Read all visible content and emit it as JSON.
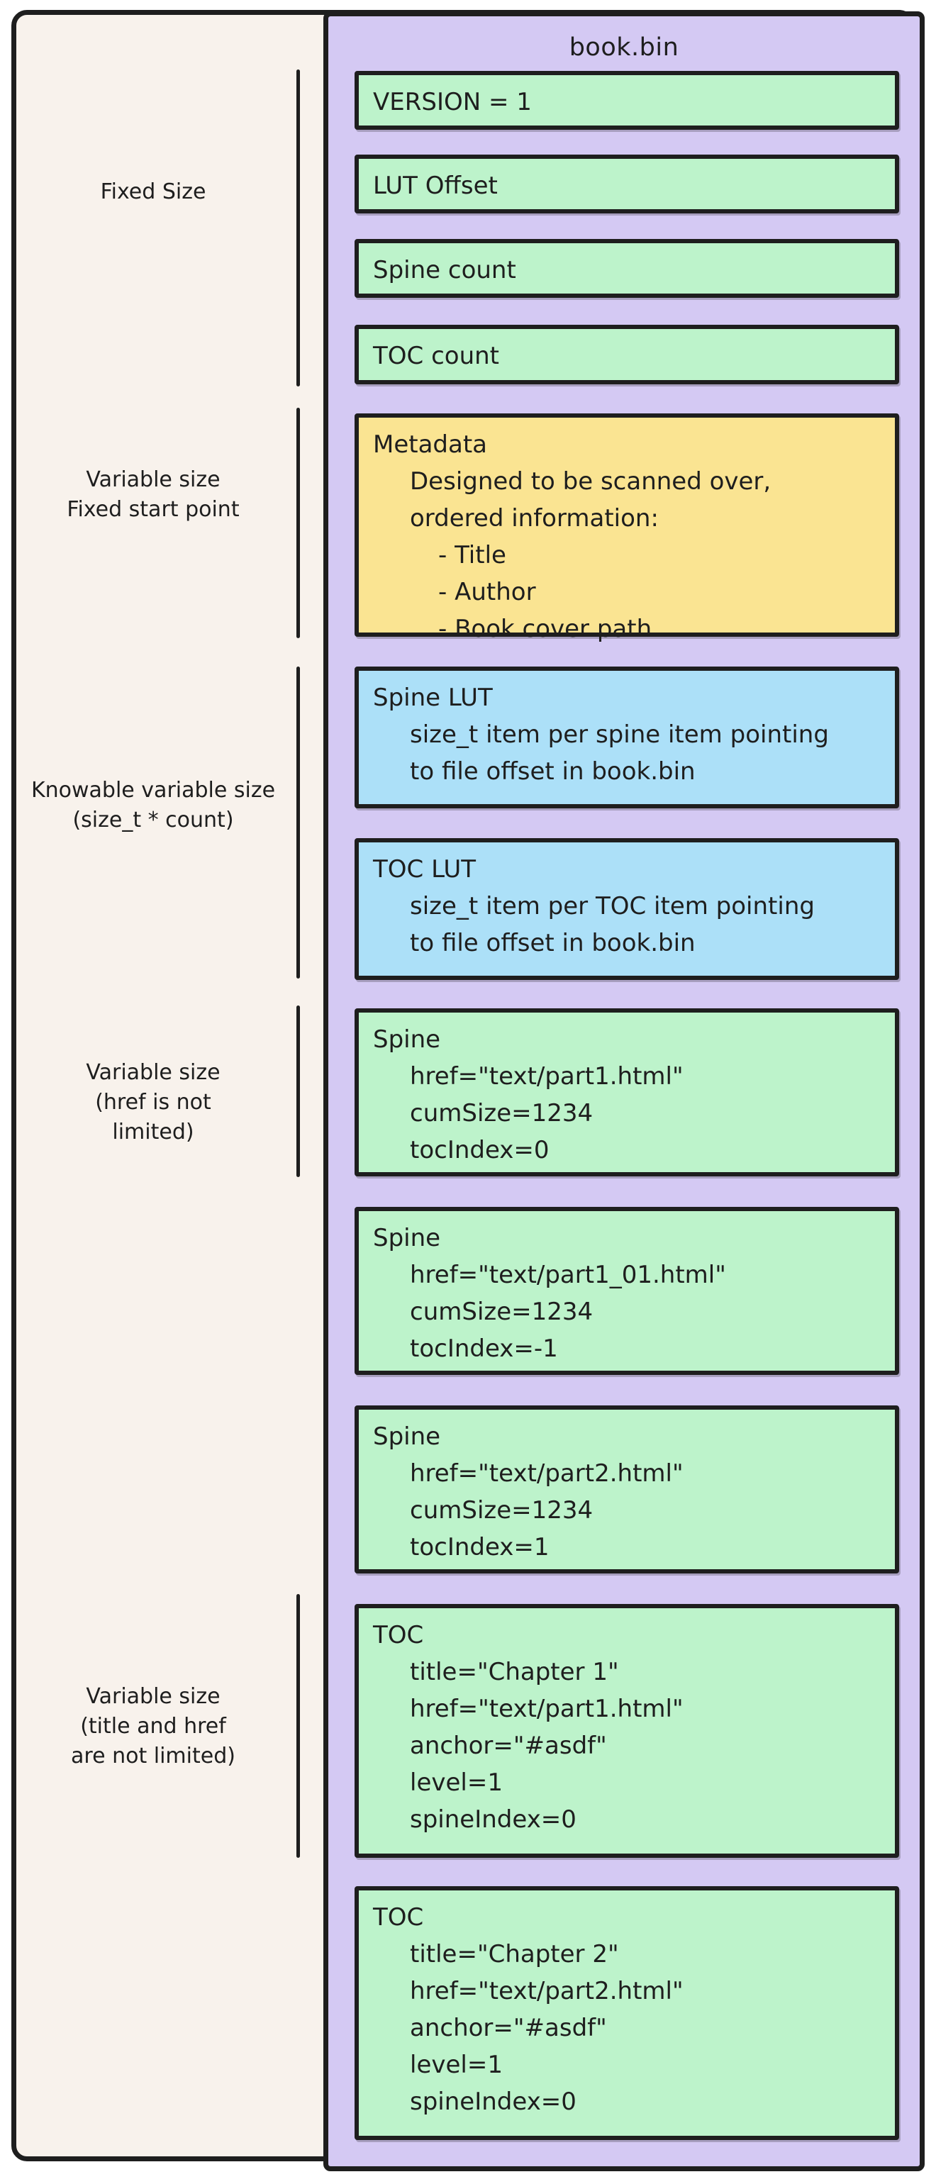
{
  "container": {
    "title": "book.bin"
  },
  "colors": {
    "purple": "#d4c9f3",
    "green": "#bdf3cb",
    "yellow": "#fae492",
    "blue": "#ace0f8",
    "cream": "#f8f2ec",
    "ink": "#1e1e1e"
  },
  "side_labels": [
    {
      "lines": [
        "Fixed Size"
      ]
    },
    {
      "lines": [
        "Variable size",
        "Fixed start point"
      ]
    },
    {
      "lines": [
        "Knowable variable size",
        "(size_t * count)"
      ]
    },
    {
      "lines": [
        "Variable size",
        "(href is not",
        "limited)"
      ]
    },
    {
      "lines": [
        "Variable size",
        "(title and href",
        "are not limited)"
      ]
    }
  ],
  "boxes": [
    {
      "color": "green",
      "title": "VERSION = 1",
      "body": []
    },
    {
      "color": "green",
      "title": "LUT Offset",
      "body": []
    },
    {
      "color": "green",
      "title": "Spine count",
      "body": []
    },
    {
      "color": "green",
      "title": "TOC count",
      "body": []
    },
    {
      "color": "yellow",
      "title": "Metadata",
      "body": [
        {
          "indent": 1,
          "text": "Designed to be scanned over,"
        },
        {
          "indent": 1,
          "text": "ordered information:"
        },
        {
          "indent": 2,
          "text": "- Title"
        },
        {
          "indent": 2,
          "text": "- Author"
        },
        {
          "indent": 2,
          "text": "- Book cover path"
        }
      ]
    },
    {
      "color": "blue",
      "title": "Spine LUT",
      "body": [
        {
          "indent": 1,
          "text": "size_t item per spine item pointing"
        },
        {
          "indent": 1,
          "text": "to file offset in book.bin"
        }
      ]
    },
    {
      "color": "blue",
      "title": "TOC LUT",
      "body": [
        {
          "indent": 1,
          "text": "size_t item per TOC item pointing"
        },
        {
          "indent": 1,
          "text": "to file offset in book.bin"
        }
      ]
    },
    {
      "color": "green",
      "title": "Spine",
      "body": [
        {
          "indent": 1,
          "text": "href=\"text/part1.html\""
        },
        {
          "indent": 1,
          "text": "cumSize=1234"
        },
        {
          "indent": 1,
          "text": "tocIndex=0"
        }
      ]
    },
    {
      "color": "green",
      "title": "Spine",
      "body": [
        {
          "indent": 1,
          "text": "href=\"text/part1_01.html\""
        },
        {
          "indent": 1,
          "text": "cumSize=1234"
        },
        {
          "indent": 1,
          "text": "tocIndex=-1"
        }
      ]
    },
    {
      "color": "green",
      "title": "Spine",
      "body": [
        {
          "indent": 1,
          "text": "href=\"text/part2.html\""
        },
        {
          "indent": 1,
          "text": "cumSize=1234"
        },
        {
          "indent": 1,
          "text": "tocIndex=1"
        }
      ]
    },
    {
      "color": "green",
      "title": "TOC",
      "body": [
        {
          "indent": 1,
          "text": "title=\"Chapter 1\""
        },
        {
          "indent": 1,
          "text": "href=\"text/part1.html\""
        },
        {
          "indent": 1,
          "text": "anchor=\"#asdf\""
        },
        {
          "indent": 1,
          "text": "level=1"
        },
        {
          "indent": 1,
          "text": "spineIndex=0"
        }
      ]
    },
    {
      "color": "green",
      "title": "TOC",
      "body": [
        {
          "indent": 1,
          "text": "title=\"Chapter 2\""
        },
        {
          "indent": 1,
          "text": "href=\"text/part2.html\""
        },
        {
          "indent": 1,
          "text": "anchor=\"#asdf\""
        },
        {
          "indent": 1,
          "text": "level=1"
        },
        {
          "indent": 1,
          "text": "spineIndex=0"
        }
      ]
    }
  ]
}
